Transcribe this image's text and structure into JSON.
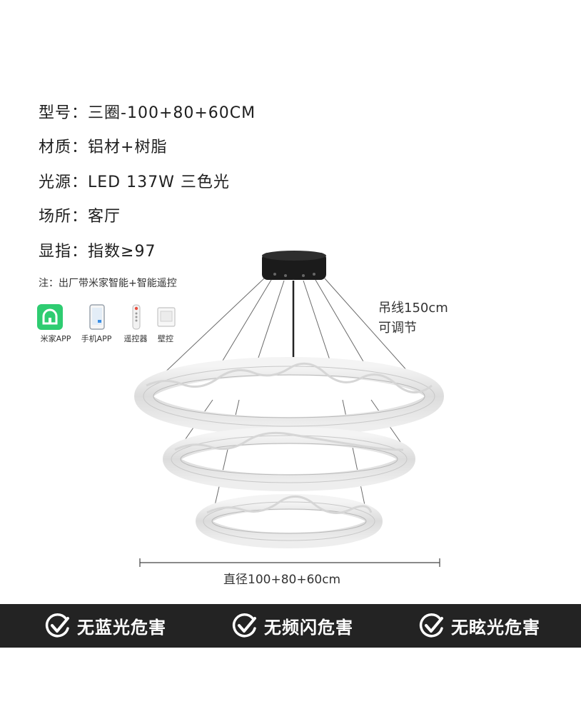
{
  "specs": [
    {
      "key": "型号：",
      "value": "三圈-100+80+60CM"
    },
    {
      "key": "材质：",
      "value": "铝材+树脂"
    },
    {
      "key": "光源：",
      "value": "LED 137W 三色光"
    },
    {
      "key": "场所：",
      "value": "客厅"
    },
    {
      "key": "显指：",
      "value": "指数≥97"
    }
  ],
  "note": "注：出厂带米家智能+智能遥控",
  "controls": [
    {
      "label": "米家APP",
      "icon": "mi-home-icon"
    },
    {
      "label": "手机APP",
      "icon": "phone-icon"
    },
    {
      "label": "遥控器",
      "icon": "remote-control-icon"
    },
    {
      "label": "壁控",
      "icon": "wall-switch-icon"
    }
  ],
  "hang": {
    "line1": "吊线150cm",
    "line2": "可调节"
  },
  "diameter": "直径100+80+60cm",
  "badges": [
    {
      "label": "无蓝光危害",
      "icon": "check-shield-icon"
    },
    {
      "label": "无频闪危害",
      "icon": "check-shield-icon"
    },
    {
      "label": "无眩光危害",
      "icon": "check-shield-icon"
    }
  ],
  "colors": {
    "banner": "#232323",
    "mi_green": "#2ecc71",
    "text": "#1e1e1e"
  }
}
